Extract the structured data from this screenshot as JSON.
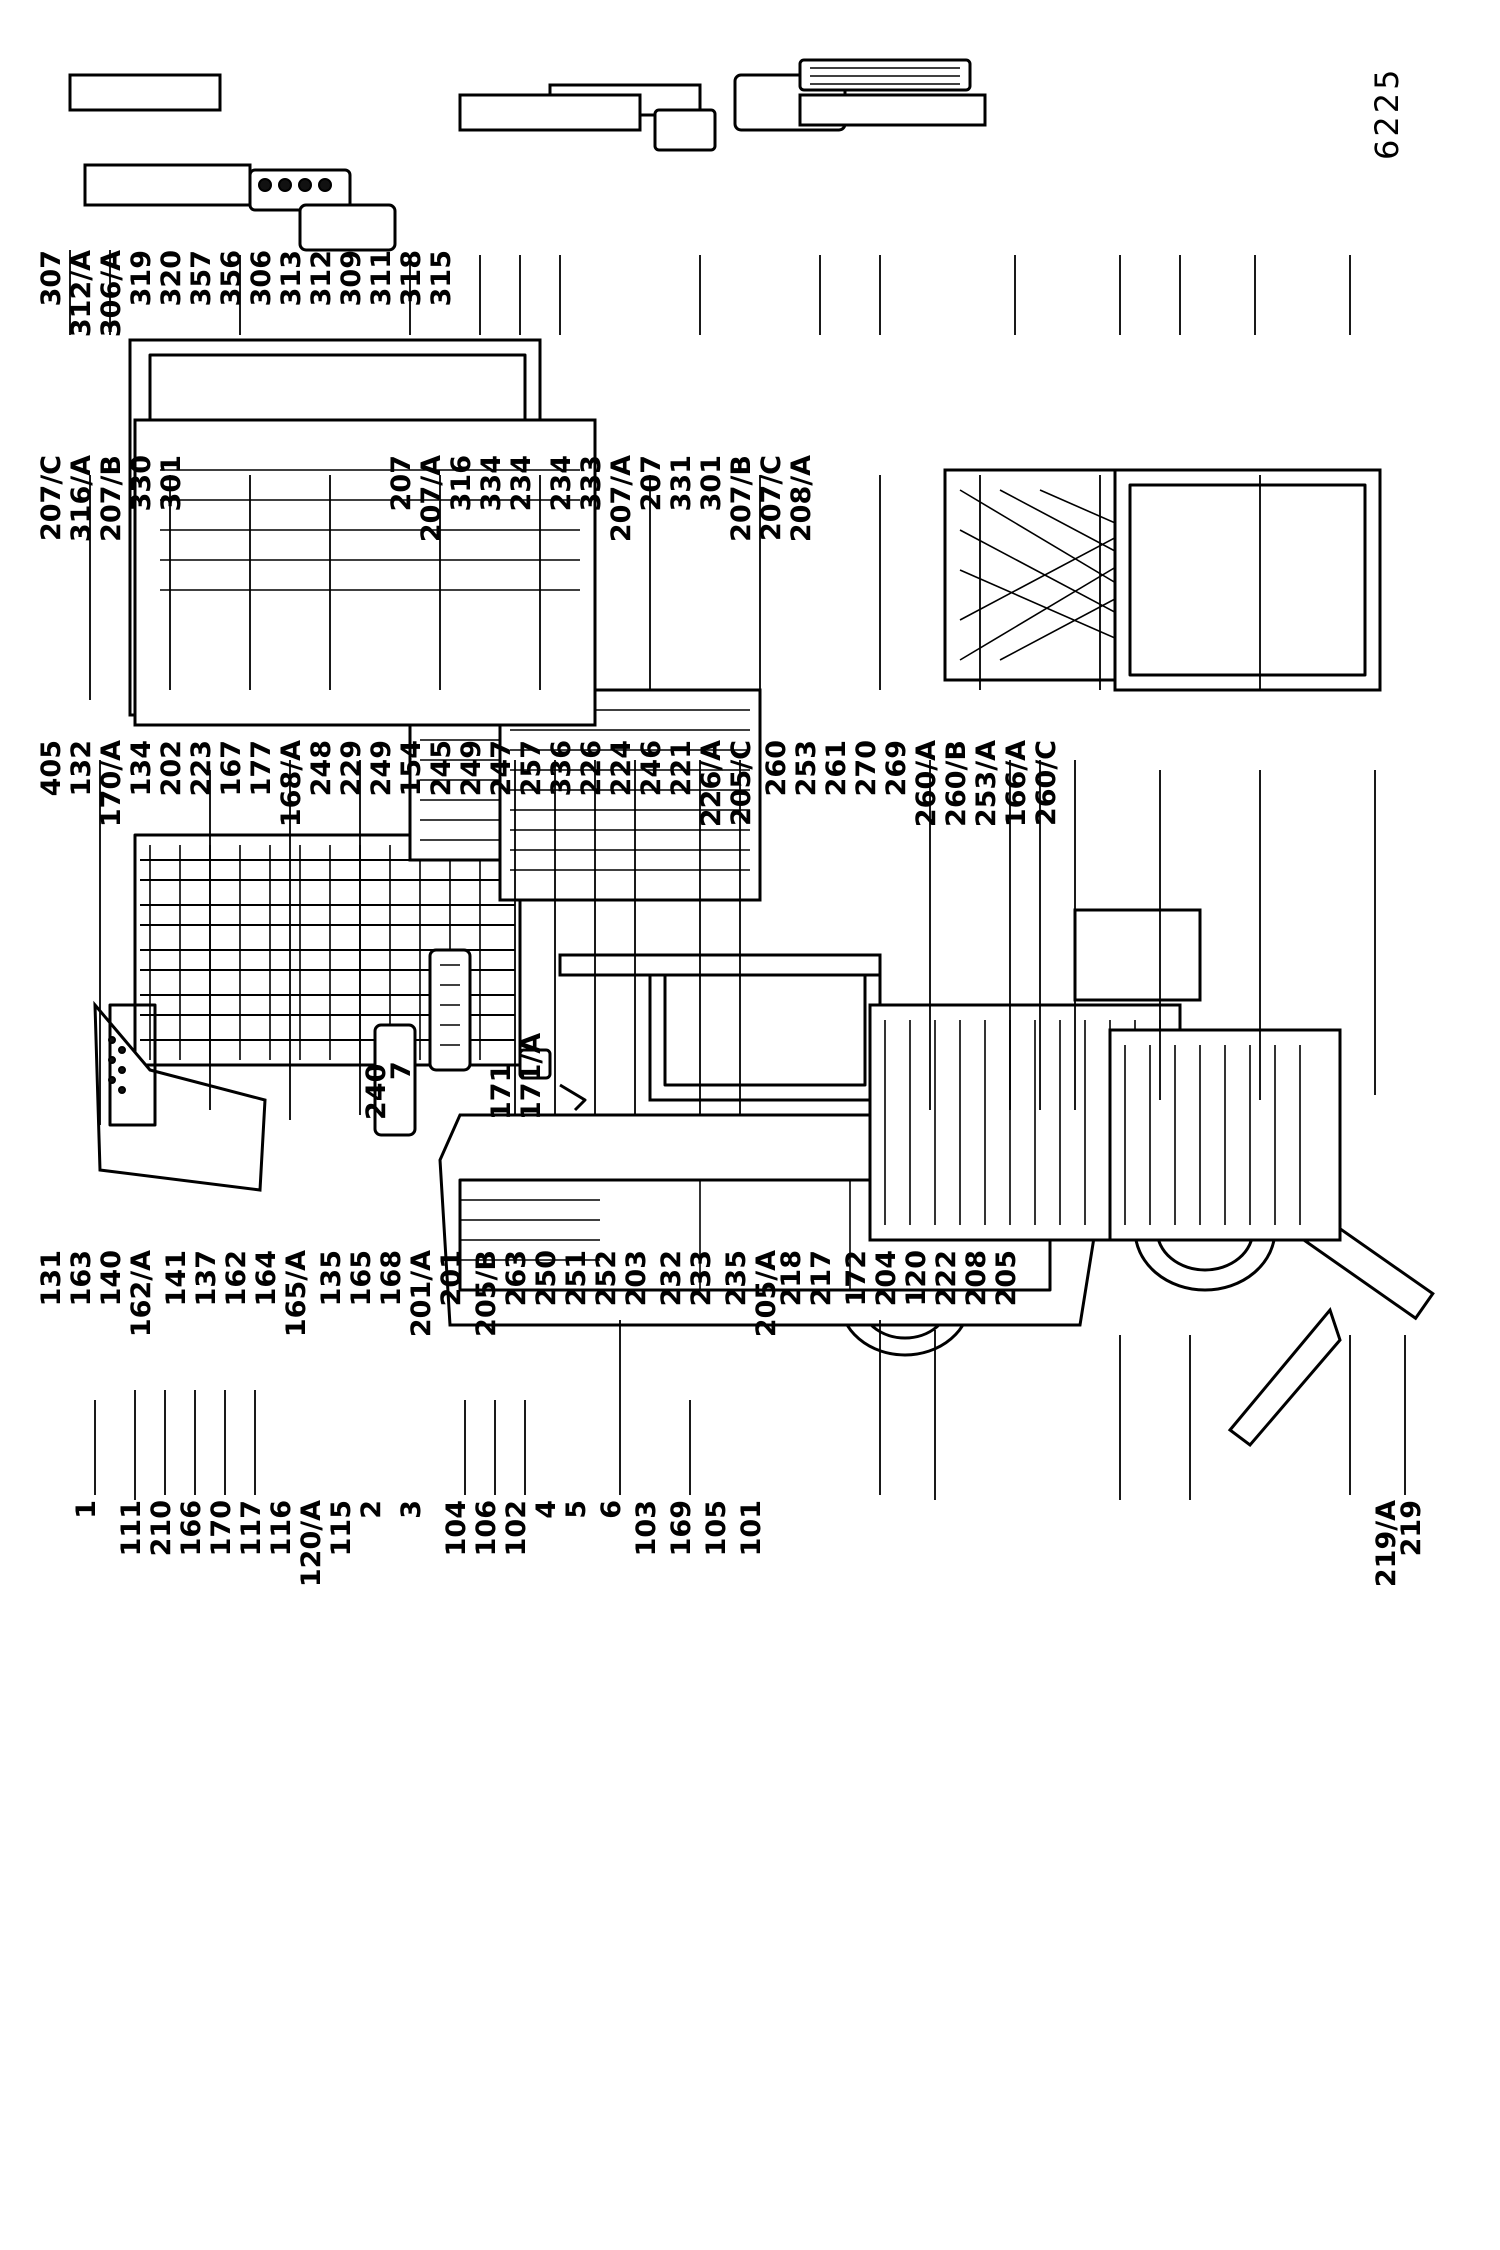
{
  "document_id": "6225",
  "col_left": {
    "labels": [
      "1",
      "111",
      "210",
      "166",
      "170",
      "117",
      "116",
      "120/A",
      "115",
      "2",
      "3",
      "104",
      "106",
      "102",
      "4",
      "5",
      "6",
      "103",
      "169",
      "105",
      "101",
      "219/A",
      "219"
    ]
  },
  "col_mid": {
    "labels": [
      "131",
      "163",
      "140",
      "162/A",
      "141",
      "137",
      "162",
      "164",
      "165/A",
      "135",
      "165",
      "168",
      "201/A",
      "201",
      "205/B",
      "263",
      "250",
      "251",
      "252",
      "203",
      "232",
      "233",
      "235",
      "205/A",
      "218",
      "217",
      "172",
      "204",
      "120",
      "222",
      "208",
      "205"
    ]
  },
  "col_upper": {
    "labels": [
      "405",
      "132",
      "170/A",
      "134",
      "202",
      "223",
      "167",
      "177",
      "168/A",
      "248",
      "229",
      "249",
      "154",
      "245",
      "249",
      "247",
      "257",
      "336",
      "226",
      "224",
      "246",
      "221",
      "226/A",
      "205/C",
      "260",
      "253",
      "261",
      "270",
      "269",
      "260/A",
      "260/B",
      "253/A",
      "166/A",
      "260/C"
    ]
  },
  "col_door": {
    "labels": [
      "207/C",
      "316/A",
      "207/B",
      "330",
      "301",
      "207",
      "207/A",
      "316",
      "334",
      "234",
      "234",
      "333",
      "207/A",
      "207",
      "331",
      "301",
      "207/B",
      "207/C",
      "208/A"
    ]
  },
  "col_top": {
    "labels": [
      "307",
      "312/A",
      "306/A",
      "319",
      "320",
      "357",
      "356",
      "306",
      "313",
      "312",
      "309",
      "311",
      "318",
      "315"
    ]
  },
  "misc_labels": [
    "240",
    "7",
    "171",
    "171/A"
  ]
}
